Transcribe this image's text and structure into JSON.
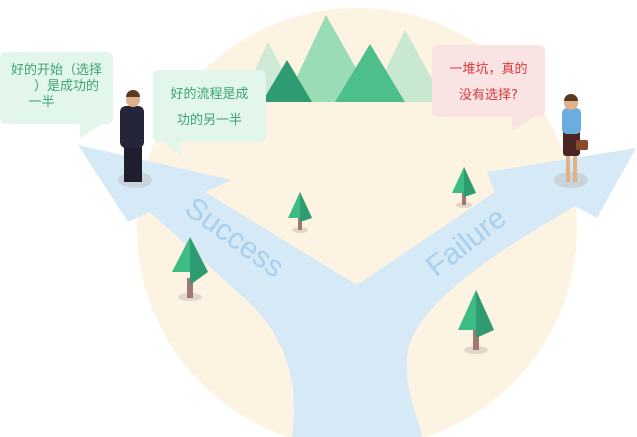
{
  "bubbles": {
    "start": {
      "lines": [
        "好的开始（选择",
        "）是成功的",
        "一半"
      ]
    },
    "process": {
      "lines": [
        "好的流程是成",
        "功的另一半"
      ]
    },
    "failure": {
      "lines": [
        "一堆坑，真的",
        "没有选择?"
      ]
    }
  },
  "road": {
    "success_label": "Success",
    "failure_label": "Failure"
  },
  "colors": {
    "background_circle": "#fdf3e3",
    "road": "#d6e9f7",
    "road_text": "#a9d0ec",
    "tree": "#3dbb85",
    "bubble_green": "#e3f6ec",
    "bubble_red": "#fae3e3"
  }
}
